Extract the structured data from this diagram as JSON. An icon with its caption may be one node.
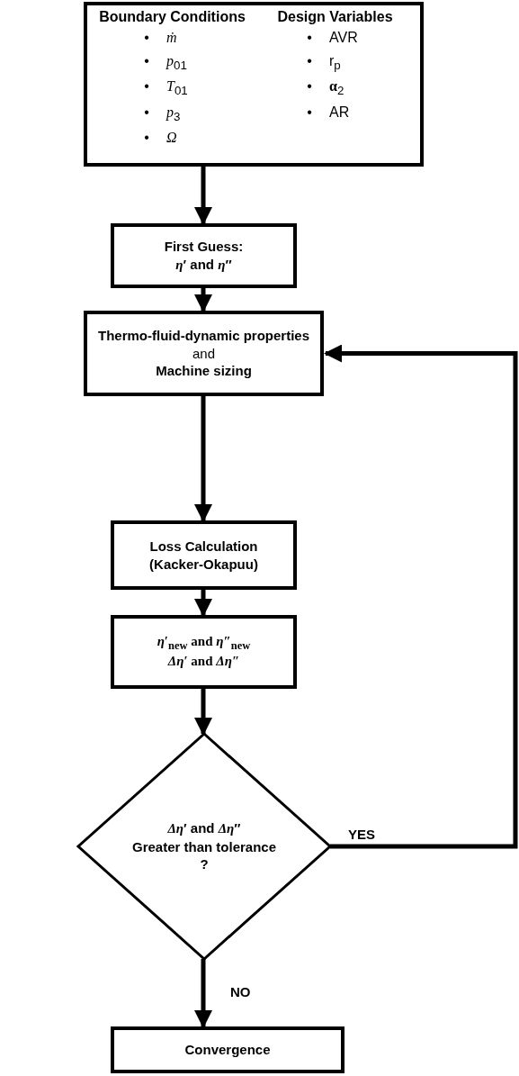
{
  "diagram": {
    "nodes": [
      {
        "text": [
          "Boundary Conditions",
          "•",
          "*ṁ*",
          "•",
          "*p*$_{01}$",
          "•",
          "*T*$_{01}$",
          "•",
          "*p*$_{3}$",
          "•",
          "*Ω*",
          "Design Variables",
          "•",
          "AVR",
          "•",
          "r$_{p}$",
          "•",
          "**α**$_{2}$",
          "•",
          "AR"
        ]
      },
      {
        "text": [
          "First Guess:",
          "*η*′ and *η*″"
        ]
      },
      {
        "text": [
          "Thermo-fluid-dynamic properties",
          "and",
          "Machine sizing"
        ]
      },
      {
        "text": [
          "Loss Calculation (Kacker-Okapuu)"
        ]
      },
      {
        "text": [
          "*η*′$_{new}$ and *η*″$_{new}$",
          "*Δη*′ and *Δη*″"
        ]
      },
      {
        "text": [
          "*Δη*′ and *Δη*″",
          "Greater than tolerance",
          "?"
        ]
      },
      {
        "text": [
          "Convergence"
        ]
      }
    ],
    "edges": [
      {
        "from": 0,
        "to": 1,
        "arrow": "to"
      },
      {
        "from": 1,
        "to": 2,
        "arrow": "to"
      },
      {
        "from": 2,
        "to": 3,
        "arrow": "to"
      },
      {
        "from": 3,
        "to": 4,
        "arrow": "to"
      },
      {
        "from": 4,
        "to": 5,
        "arrow": "to"
      },
      {
        "from": 5,
        "to": 2,
        "arrow": "to",
        "label": "YES"
      },
      {
        "from": 5,
        "to": 6,
        "arrow": "to",
        "label": "NO"
      }
    ]
  }
}
